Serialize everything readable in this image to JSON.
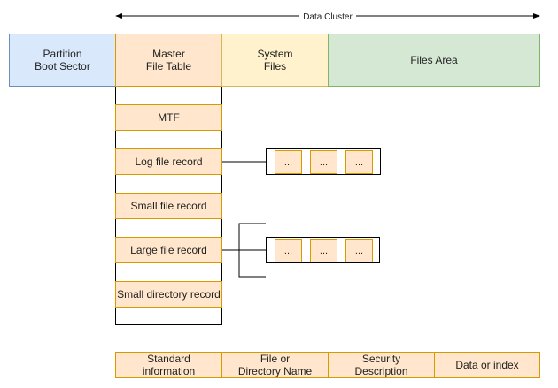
{
  "colors": {
    "boot": "#dae8fc",
    "boot_border": "#6c8ebf",
    "peach": "#ffe6cc",
    "peach_border": "#d79b00",
    "yellow": "#fff2cc",
    "yellow_border": "#d6b656",
    "green": "#d5e8d4",
    "green_border": "#82b366",
    "line": "#000000"
  },
  "cluster_label": "Data Cluster",
  "partition": {
    "boot_sector": "Partition\nBoot Sector",
    "mft": "Master\nFile Table",
    "system_files": "System\nFiles",
    "files_area": "Files Area"
  },
  "mft_records": {
    "mtf": "MTF",
    "log": "Log file record",
    "small_file": "Small file record",
    "large_file": "Large file record",
    "small_dir": "Small directory record"
  },
  "cell_text": "...",
  "attributes": [
    "Standard\ninformation",
    "File or\nDirectory Name",
    "Security\nDescription",
    "Data or index"
  ]
}
